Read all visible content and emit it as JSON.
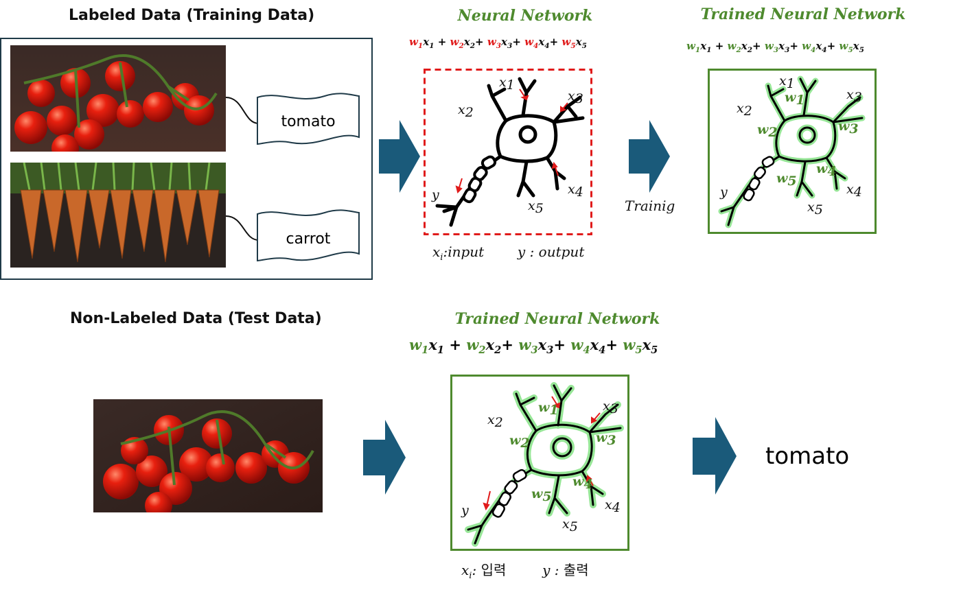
{
  "training": {
    "title": "Labeled Data (Training Data)",
    "labels": [
      "tomato",
      "carrot"
    ],
    "photos": [
      "tomato-photo",
      "carrot-photo"
    ]
  },
  "network": {
    "title": "Neural Network",
    "legend_input": "input",
    "legend_output": "output",
    "weight_color": "#e01b1b"
  },
  "arrow_label": "Trainig",
  "trained": {
    "title": "Trained Neural Network",
    "weight_color": "#4e8a2e"
  },
  "test": {
    "title": "Non-Labeled Data (Test Data)",
    "network_title": "Trained Neural Network",
    "legend_input": "입력",
    "legend_output": "출력",
    "result": "tomato"
  },
  "formula": {
    "weights": [
      "w",
      "w",
      "w",
      "w",
      "w"
    ],
    "inputs": [
      "x",
      "x",
      "x",
      "x",
      "x"
    ],
    "indices": [
      "1",
      "2",
      "3",
      "4",
      "5"
    ]
  },
  "neuron_labels": {
    "inputs": [
      "x1",
      "x2",
      "x3",
      "x4",
      "x5"
    ],
    "weights": [
      "w1",
      "w2",
      "w3",
      "w4",
      "w5"
    ],
    "output": "y"
  },
  "colors": {
    "arrow": "#1a5a7a",
    "box_border": "#1f3a48",
    "dashed_border": "#e01b1b",
    "trained_border": "#4e8a2e",
    "neuron_glow": "#7ee07e"
  }
}
